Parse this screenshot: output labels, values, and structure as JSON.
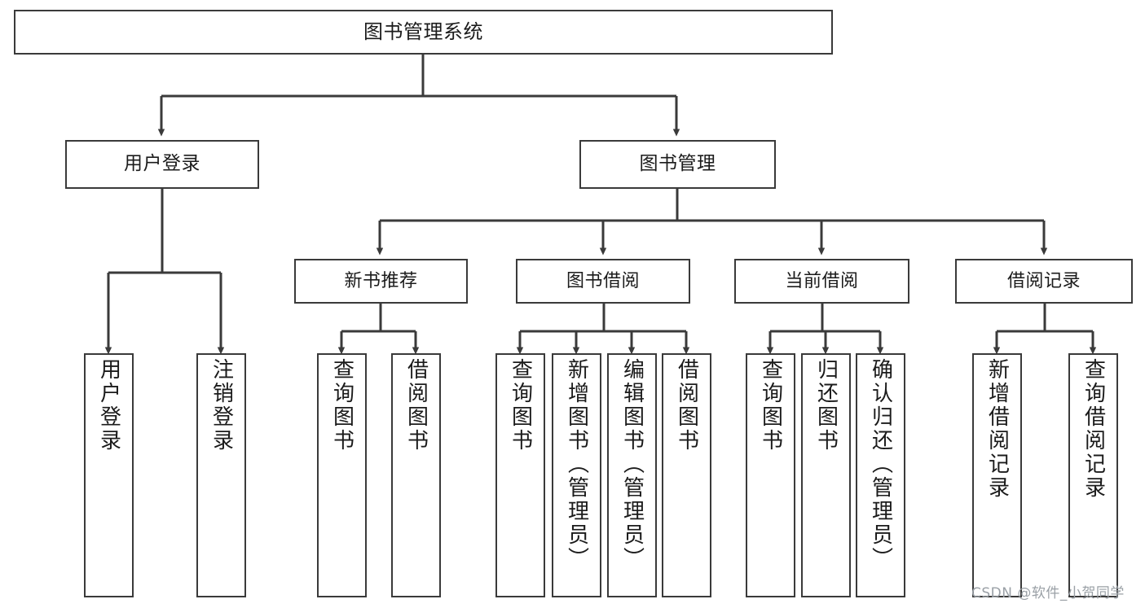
{
  "diagram": {
    "title": "图书管理系统",
    "type": "functional-structure-tree",
    "watermark": "CSDN @软件_小贺同学",
    "colors": {
      "stroke": "#3a3a3a",
      "fill": "#ffffff",
      "text": "#1b1b1b",
      "watermark": "#9aa0a6"
    },
    "levels": [
      {
        "level": 1,
        "nodes": [
          {
            "id": "root",
            "label": "图书管理系统"
          }
        ]
      },
      {
        "level": 2,
        "nodes": [
          {
            "id": "user-login",
            "label": "用户登录"
          },
          {
            "id": "book-manage",
            "label": "图书管理"
          }
        ]
      },
      {
        "level": 3,
        "nodes": [
          {
            "id": "new-book-recommend",
            "label": "新书推荐"
          },
          {
            "id": "book-borrow",
            "label": "图书借阅"
          },
          {
            "id": "current-borrow",
            "label": "当前借阅"
          },
          {
            "id": "borrow-record",
            "label": "借阅记录"
          }
        ]
      },
      {
        "level": 4,
        "nodes": [
          {
            "id": "leaf-user-login",
            "label": "用户登录",
            "parent": "user-login"
          },
          {
            "id": "leaf-logout-login",
            "label": "注销登录",
            "parent": "user-login"
          },
          {
            "id": "leaf-query-book-1",
            "label": "查询图书",
            "parent": "new-book-recommend"
          },
          {
            "id": "leaf-borrow-book-1",
            "label": "借阅图书",
            "parent": "new-book-recommend"
          },
          {
            "id": "leaf-query-book-2",
            "label": "查询图书",
            "parent": "book-borrow"
          },
          {
            "id": "leaf-add-book",
            "label": "新增图书（管理员）",
            "parent": "book-borrow"
          },
          {
            "id": "leaf-edit-book",
            "label": "编辑图书（管理员）",
            "parent": "book-borrow"
          },
          {
            "id": "leaf-borrow-book-2",
            "label": "借阅图书",
            "parent": "book-borrow"
          },
          {
            "id": "leaf-query-book-3",
            "label": "查询图书",
            "parent": "current-borrow"
          },
          {
            "id": "leaf-return-book",
            "label": "归还图书",
            "parent": "current-borrow"
          },
          {
            "id": "leaf-confirm-return",
            "label": "确认归还（管理员）",
            "parent": "current-borrow"
          },
          {
            "id": "leaf-add-record",
            "label": "新增借阅记录",
            "parent": "borrow-record"
          },
          {
            "id": "leaf-query-record",
            "label": "查询借阅记录",
            "parent": "borrow-record"
          }
        ]
      }
    ]
  }
}
